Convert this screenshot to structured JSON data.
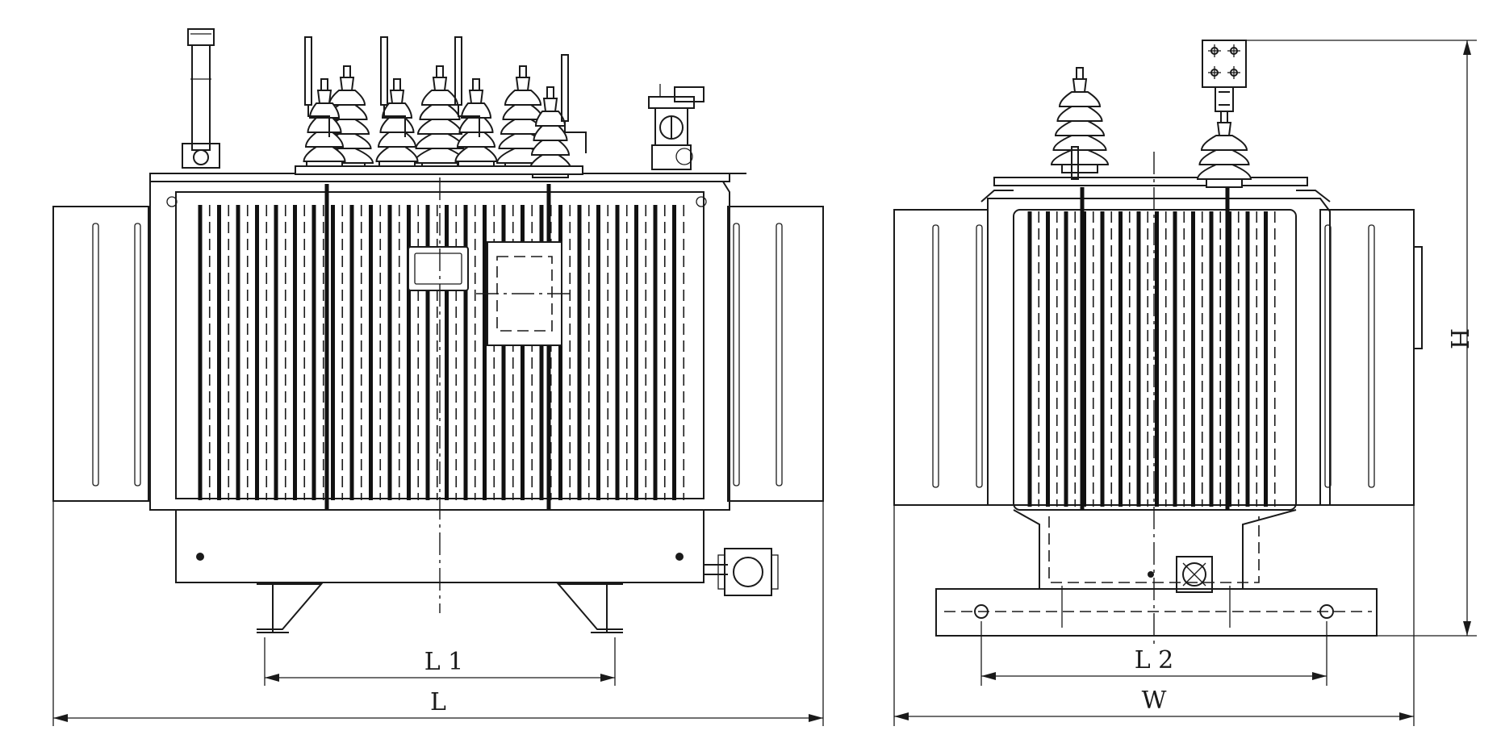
{
  "drawing": {
    "front_view": {
      "dimensions": {
        "l1_label": "L 1",
        "l_label": "L"
      }
    },
    "side_view": {
      "dimensions": {
        "l2_label": "L 2",
        "w_label": "W",
        "h_label": "H"
      }
    }
  },
  "colors": {
    "line": "#1a1a1a",
    "background": "#ffffff"
  }
}
